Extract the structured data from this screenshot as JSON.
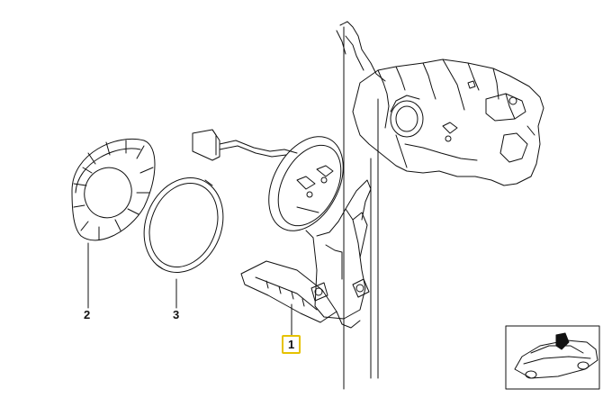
{
  "callouts": {
    "part_1": "1",
    "part_2": "2",
    "part_3": "3"
  },
  "highlight_color": "#e6c200",
  "line_color": "#111111",
  "thumbnail": {
    "icon": "car-thumbnail-icon"
  }
}
